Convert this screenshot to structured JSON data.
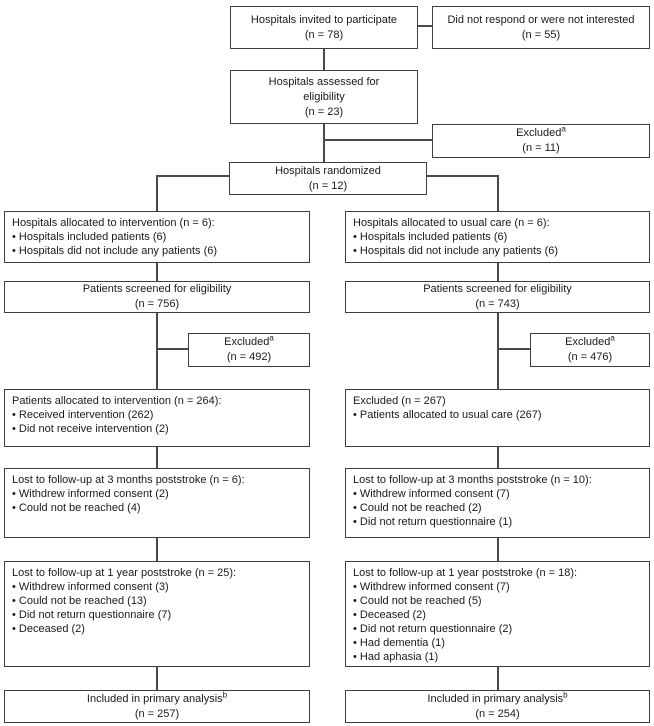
{
  "colors": {
    "box_border": "#3f3f3f",
    "connector_line": "#4a4a4a",
    "text": "#1a1a1a",
    "background": "#ffffff"
  },
  "flowchart": {
    "invited": {
      "lines": [
        "Hospitals invited to participate",
        "(n = 78)"
      ]
    },
    "no_response": {
      "lines": [
        "Did not respond or were not interested",
        "(n = 55)"
      ]
    },
    "assessed": {
      "lines": [
        "Hospitals assessed for",
        "eligibility",
        "(n = 23)"
      ]
    },
    "excluded_hospitals": {
      "title": "Excluded",
      "sup": "a",
      "n": "(n = 11)"
    },
    "randomized": {
      "lines": [
        "Hospitals randomized",
        "(n = 12)"
      ]
    },
    "alloc_hosp_intervention": {
      "lines": [
        "Hospitals allocated to intervention (n = 6):",
        "• Hospitals included patients (6)",
        "• Hospitals did not include any patients (6)"
      ]
    },
    "alloc_hosp_usualcare": {
      "lines": [
        "Hospitals allocated to usual care (n = 6):",
        "• Hospitals included patients (6)",
        "• Hospitals did not include any patients (6)"
      ]
    },
    "screened_intervention": {
      "lines": [
        "Patients screened for eligibility",
        "(n = 756)"
      ]
    },
    "screened_usualcare": {
      "lines": [
        "Patients screened for eligibility",
        "(n = 743)"
      ]
    },
    "excluded_intervention": {
      "title": "Excluded",
      "sup": "a",
      "n": "(n = 492)"
    },
    "excluded_usualcare": {
      "title": "Excluded",
      "sup": "a",
      "n": "(n = 476)"
    },
    "alloc_patients_intervention": {
      "lines": [
        "Patients allocated to intervention (n = 264):",
        "• Received intervention (262)",
        "• Did not receive intervention (2)"
      ]
    },
    "excluded_patients_usualcare": {
      "lines": [
        "Excluded (n = 267)",
        "• Patients allocated to usual care (267)"
      ]
    },
    "ltfu3_intervention": {
      "lines": [
        "Lost to follow-up at 3 months poststroke (n = 6):",
        "• Withdrew informed consent (2)",
        "• Could not be reached (4)"
      ]
    },
    "ltfu3_usualcare": {
      "lines": [
        "Lost to follow-up at 3 months poststroke (n = 10):",
        "• Withdrew informed consent (7)",
        "• Could not be reached (2)",
        "• Did not return questionnaire (1)"
      ]
    },
    "ltfu12_intervention": {
      "lines": [
        "Lost to follow-up at 1 year poststroke (n = 25):",
        "• Withdrew informed consent (3)",
        "• Could not be reached (13)",
        "• Did not return questionnaire (7)",
        "• Deceased (2)"
      ]
    },
    "ltfu12_usualcare": {
      "lines": [
        "Lost to follow-up at 1 year poststroke (n = 18):",
        "• Withdrew informed consent (7)",
        "• Could not be reached (5)",
        "• Deceased (2)",
        "• Did not return questionnaire (2)",
        "• Had dementia (1)",
        "• Had aphasia (1)"
      ]
    },
    "primary_intervention": {
      "title": "Included in primary analysis",
      "sup": "b",
      "n": "(n = 257)"
    },
    "primary_usualcare": {
      "title": "Included in primary analysis",
      "sup": "b",
      "n": "(n = 254)"
    }
  }
}
